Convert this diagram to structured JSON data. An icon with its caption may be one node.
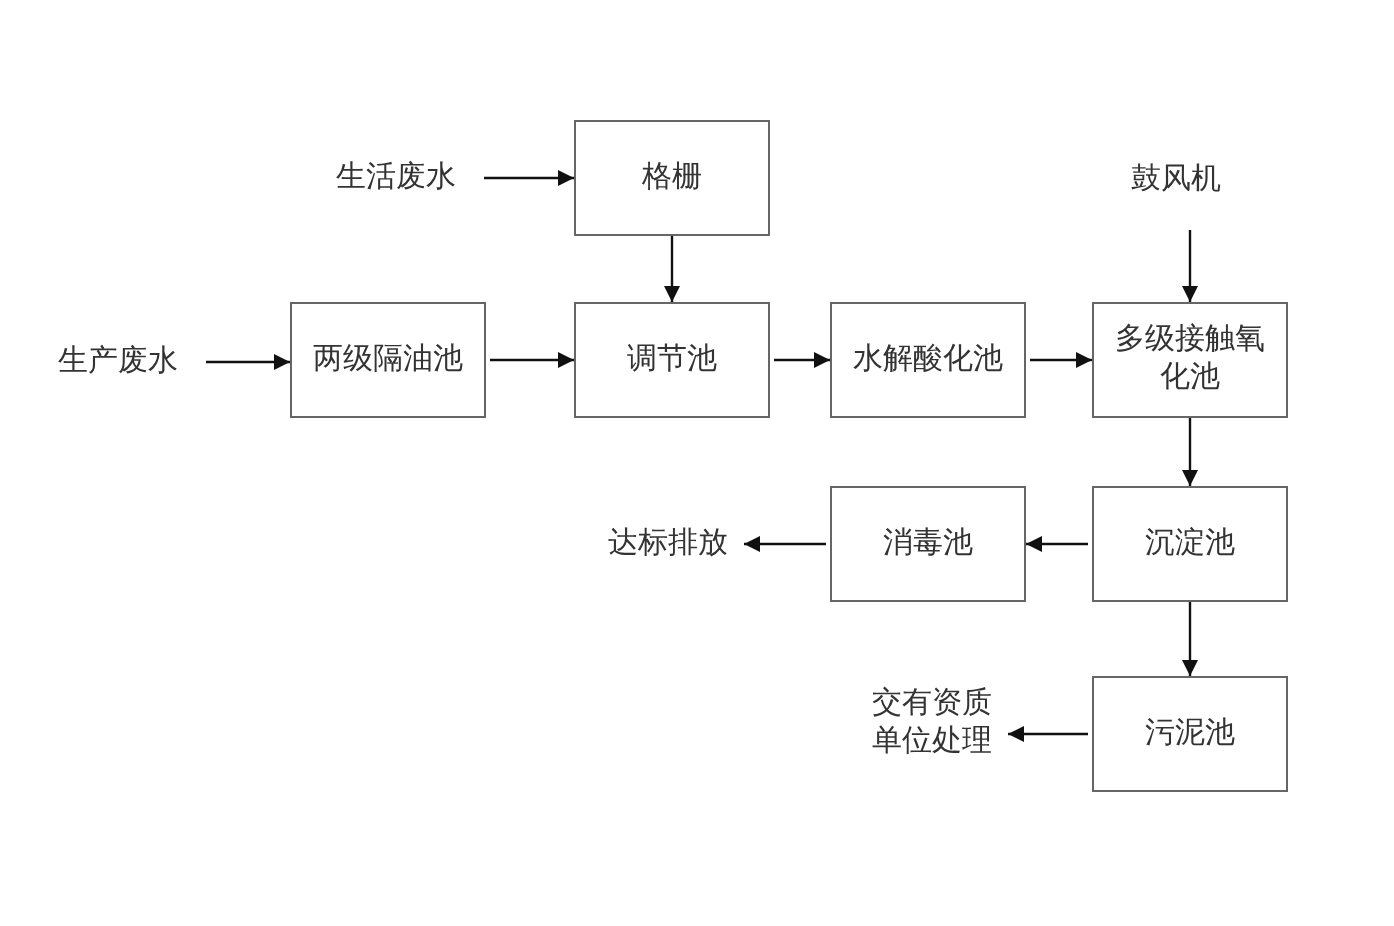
{
  "diagram": {
    "nodes": [
      {
        "text": [
          "生活废水"
        ]
      },
      {
        "text": [
          "格栅"
        ]
      },
      {
        "text": [
          "生产废水"
        ]
      },
      {
        "text": [
          "两级隔油池"
        ]
      },
      {
        "text": [
          "调节池"
        ]
      },
      {
        "text": [
          "水解酸化池"
        ]
      },
      {
        "text": [
          "鼓风机"
        ]
      },
      {
        "text": [
          "多级接触氧化池"
        ]
      },
      {
        "text": [
          "沉淀池"
        ]
      },
      {
        "text": [
          "消毒池"
        ]
      },
      {
        "text": [
          "达标排放"
        ]
      },
      {
        "text": [
          "污泥池"
        ]
      },
      {
        "text": [
          "交有资质单位处理"
        ]
      }
    ],
    "edges": [
      {
        "from": 0,
        "to": 1,
        "arrow": "to"
      },
      {
        "from": 2,
        "to": 3,
        "arrow": "to"
      },
      {
        "from": 1,
        "to": 4,
        "arrow": "to"
      },
      {
        "from": 3,
        "to": 4,
        "arrow": "to"
      },
      {
        "from": 4,
        "to": 5,
        "arrow": "to"
      },
      {
        "from": 5,
        "to": 7,
        "arrow": "to"
      },
      {
        "from": 6,
        "to": 7,
        "arrow": "to"
      },
      {
        "from": 7,
        "to": 8,
        "arrow": "to"
      },
      {
        "from": 8,
        "to": 9,
        "arrow": "to"
      },
      {
        "from": 9,
        "to": 10,
        "arrow": "to"
      },
      {
        "from": 8,
        "to": 11,
        "arrow": "to"
      },
      {
        "from": 11,
        "to": 12,
        "arrow": "to"
      }
    ]
  }
}
